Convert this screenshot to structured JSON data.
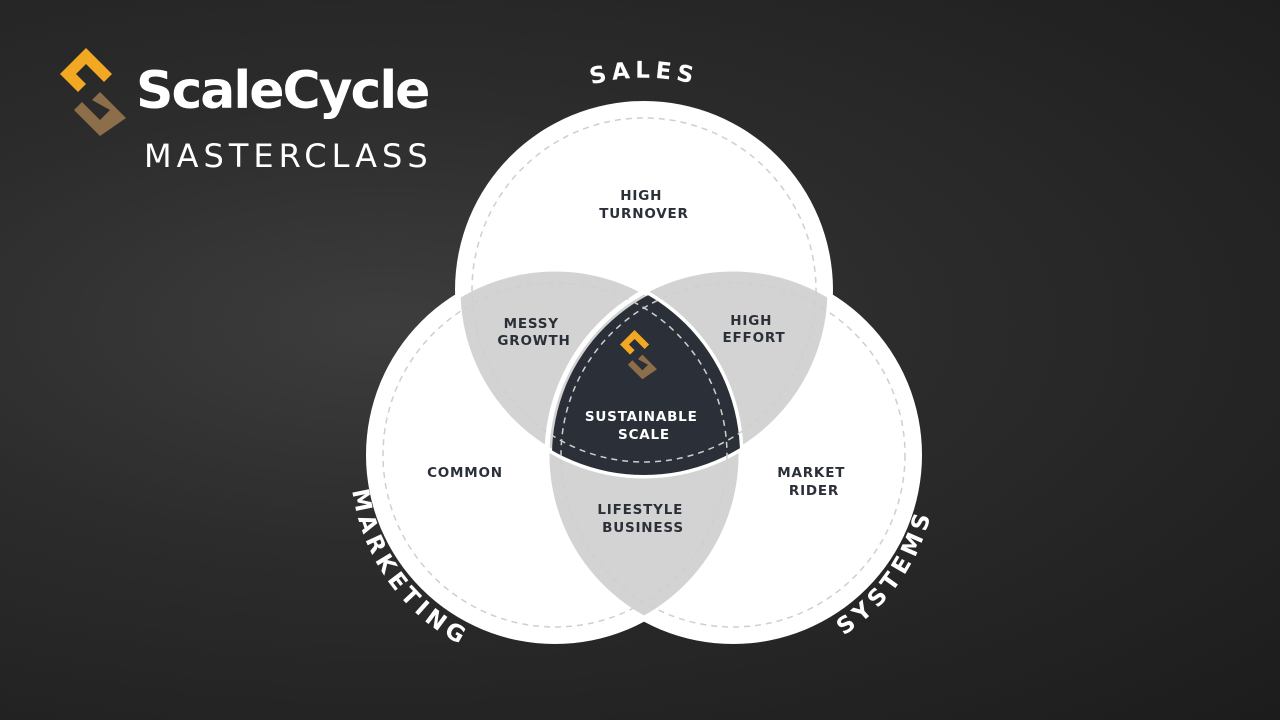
{
  "brand": {
    "name": "ScaleCycle",
    "subtitle": "MASTERCLASS",
    "logo_colors": {
      "gold": "#f2a823",
      "bronze": "#8d6e4a"
    }
  },
  "venn": {
    "circles": {
      "sales": "SALES",
      "marketing": "MARKETING",
      "systems": "SYSTEMS"
    },
    "regions": {
      "sales_only": [
        "HIGH",
        "TURNOVER"
      ],
      "marketing_only": [
        "COMMON"
      ],
      "systems_only": [
        "MARKET",
        "RIDER"
      ],
      "sales_marketing": [
        "MESSY",
        "GROWTH"
      ],
      "sales_systems": [
        "HIGH",
        "EFFORT"
      ],
      "marketing_systems": [
        "LIFESTYLE",
        "BUSINESS"
      ],
      "center": [
        "SUSTAINABLE",
        "SCALE"
      ]
    },
    "colors": {
      "circle_fill": "#ffffff",
      "overlap_fill": "#d3d3d3",
      "center_fill": "#2b2f38",
      "dashed_ring": "#cfcfcf"
    }
  }
}
